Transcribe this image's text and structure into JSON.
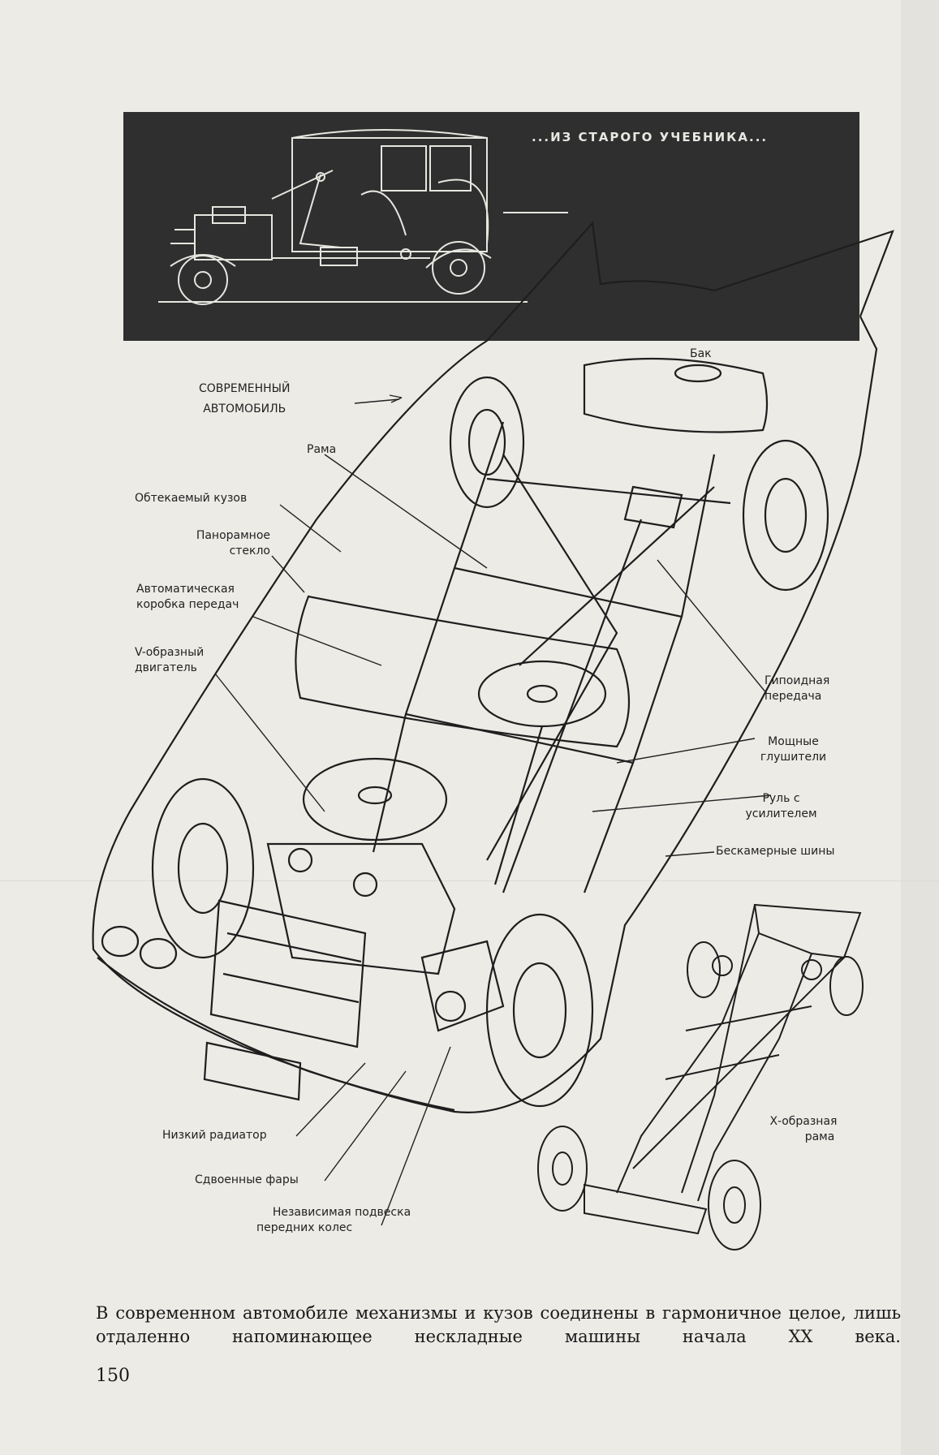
{
  "banner": {
    "title": "...ИЗ СТАРОГО УЧЕБНИКА..."
  },
  "labels": {
    "modern_car": [
      "СОВРЕМЕННЫЙ",
      "АВТОМОБИЛЬ"
    ],
    "tank": "Бак",
    "frame": "Рама",
    "body": "Обтекаемый кузов",
    "panoramic_glass": [
      "Панорамное",
      "стекло"
    ],
    "auto_gearbox": [
      "Автоматическая",
      "коробка передач"
    ],
    "v_engine": [
      "V-образный",
      "двигатель"
    ],
    "hypoid_gear": [
      "Гипоидная",
      "передача"
    ],
    "mufflers": [
      "Мощные",
      "глушители"
    ],
    "power_steering": [
      "Руль с",
      "усилителем"
    ],
    "tubeless_tires": "Бескамерные шины",
    "low_radiator": "Низкий радиатор",
    "twin_headlights": "Сдвоенные фары",
    "front_suspension": [
      "Независимая подвеска",
      "передних колес"
    ],
    "x_frame": [
      "Х-образная",
      "рама"
    ]
  },
  "caption": "В современном автомобиле механизмы и кузов соединены в гармоничное целое, лишь отдаленно напоминающее нескладные машины начала XX века.",
  "page_number": "150"
}
